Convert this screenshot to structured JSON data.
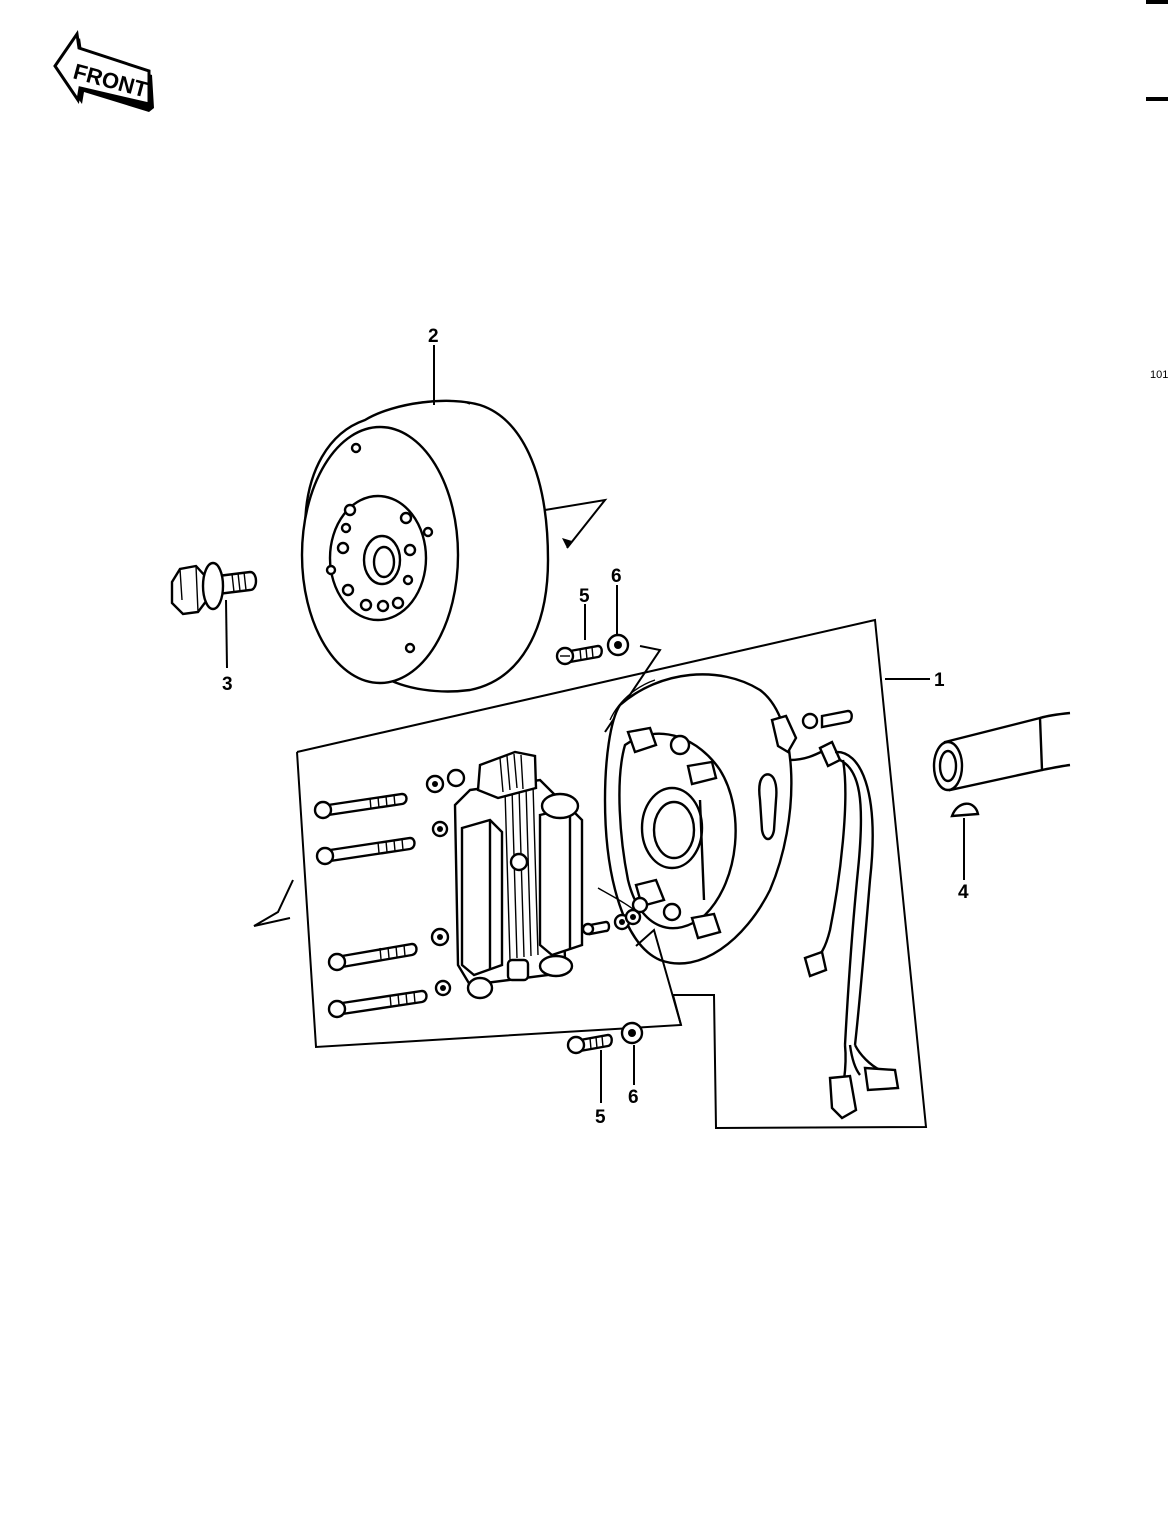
{
  "page": {
    "number": "101"
  },
  "direction_indicator": {
    "text": "FRONT",
    "icon": "front-arrow-icon"
  },
  "callouts": [
    {
      "id": "1",
      "text": "1"
    },
    {
      "id": "2",
      "text": "2"
    },
    {
      "id": "3",
      "text": "3"
    },
    {
      "id": "4",
      "text": "4"
    },
    {
      "id": "5a",
      "text": "5"
    },
    {
      "id": "6a",
      "text": "6"
    },
    {
      "id": "5b",
      "text": "5"
    },
    {
      "id": "6b",
      "text": "6"
    }
  ],
  "colors": {
    "ink": "#000000",
    "paper": "#ffffff"
  }
}
